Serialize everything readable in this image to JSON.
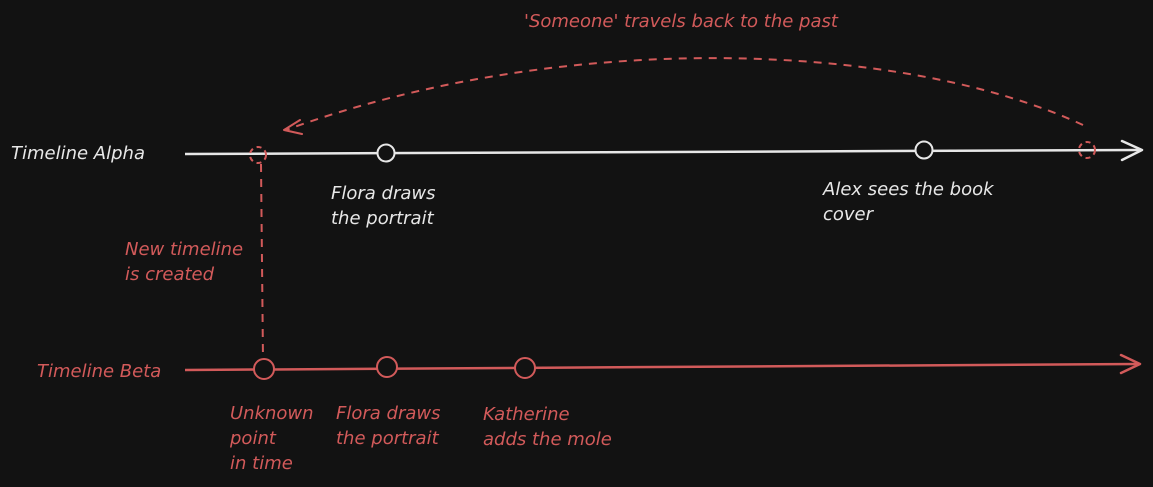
{
  "colors": {
    "background": "#121212",
    "alpha": "#e7e7e7",
    "beta": "#d25a5a"
  },
  "title": "'Someone' travels back to the past",
  "alpha": {
    "label": "Timeline Alpha",
    "events": [
      {
        "lines": [
          "Flora draws",
          "the portrait"
        ]
      },
      {
        "lines": [
          "Alex sees the book",
          "cover"
        ]
      }
    ]
  },
  "beta": {
    "label": "Timeline Beta",
    "events": [
      {
        "lines": [
          "Unknown",
          "point",
          "in time"
        ]
      },
      {
        "lines": [
          "Flora draws",
          "the portrait"
        ]
      },
      {
        "lines": [
          "Katherine",
          "adds the mole"
        ]
      }
    ]
  },
  "branch": {
    "lines": [
      "New timeline",
      "is created"
    ]
  }
}
